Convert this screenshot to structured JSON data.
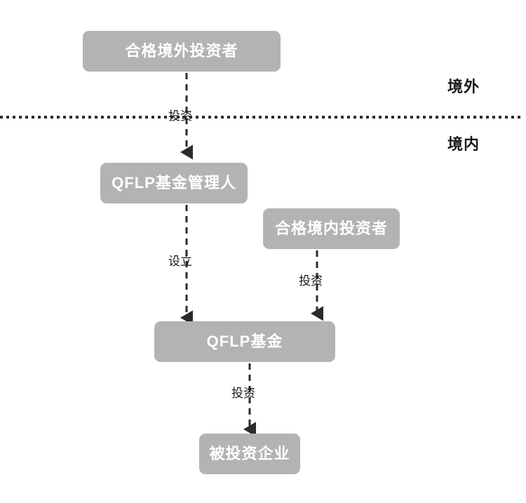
{
  "diagram": {
    "title": "QFLP fund structure flow chart",
    "colors": {
      "node_fill": "#b3b3b3",
      "node_text": "#ffffff",
      "line": "#2b2b2b",
      "background": "#ffffff"
    },
    "nodes": [
      {
        "id": "foreign-investor",
        "label": "合格境外投资者"
      },
      {
        "id": "qflp-manager",
        "label": "QFLP基金管理人"
      },
      {
        "id": "domestic-investor",
        "label": "合格境内投资者"
      },
      {
        "id": "qflp-fund",
        "label": "QFLP基金"
      },
      {
        "id": "invested-company",
        "label": "被投资企业"
      }
    ],
    "region_labels": {
      "offshore": "境外",
      "onshore": "境内"
    },
    "edges": [
      {
        "id": "invest-1",
        "from": "foreign-investor",
        "to": "qflp-manager",
        "label": "投资"
      },
      {
        "id": "establish",
        "from": "qflp-manager",
        "to": "qflp-fund",
        "label": "设立"
      },
      {
        "id": "invest-2",
        "from": "domestic-investor",
        "to": "qflp-fund",
        "label": "投资"
      },
      {
        "id": "invest-3",
        "from": "qflp-fund",
        "to": "invested-company",
        "label": "投资"
      }
    ],
    "divider": {
      "name": "onshore-offshore-divider",
      "style": "dotted"
    }
  }
}
